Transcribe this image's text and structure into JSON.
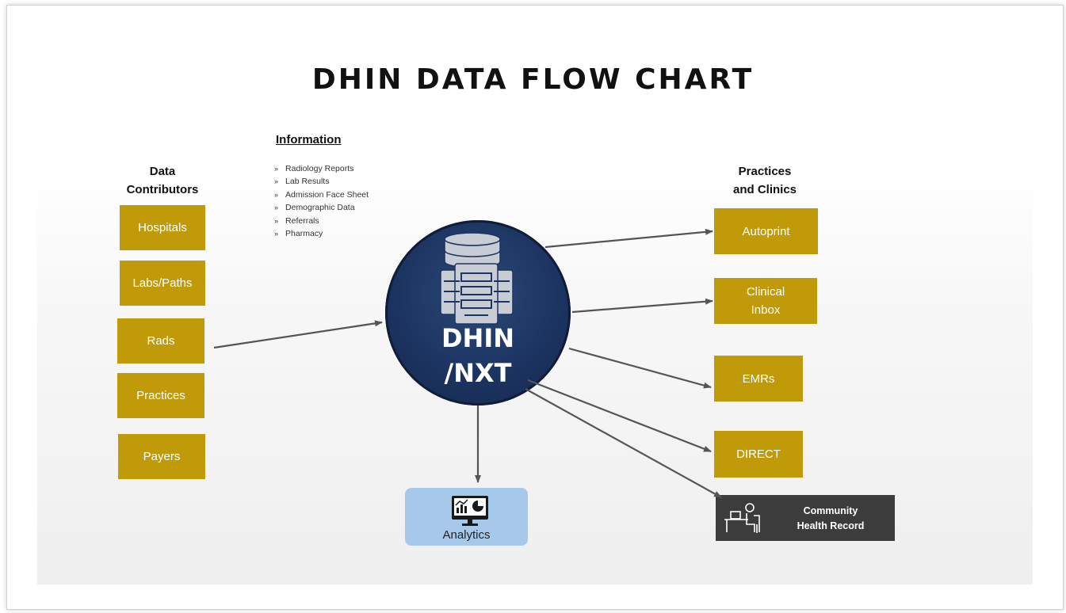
{
  "title": "DHIN DATA FLOW CHART",
  "information": {
    "title": "Information",
    "items": [
      "Radiology Reports",
      "Lab Results",
      "Admission Face Sheet",
      "Demographic Data",
      "Referrals",
      "Pharmacy"
    ]
  },
  "left_column": {
    "heading_line1": "Data",
    "heading_line2": "Contributors",
    "boxes": [
      "Hospitals",
      "Labs/Paths",
      "Rads",
      "Practices",
      "Payers"
    ]
  },
  "hub": {
    "line1": "DHIN",
    "line2": "/NXT",
    "icon": "server-stack-icon"
  },
  "right_column": {
    "heading_line1": "Practices",
    "heading_line2": "and Clinics",
    "boxes": [
      {
        "line1": "Autoprint",
        "line2": ""
      },
      {
        "line1": "Clinical",
        "line2": "Inbox"
      },
      {
        "line1": "EMRs",
        "line2": ""
      },
      {
        "line1": "DIRECT",
        "line2": ""
      }
    ]
  },
  "community": {
    "line1": "Community",
    "line2": "Health Record",
    "icon": "person-at-computer-icon"
  },
  "analytics": {
    "label": "Analytics",
    "icon": "dashboard-monitor-icon"
  },
  "colors": {
    "gold": "#c19a0a",
    "hub_navy": "#1c3461",
    "analytics_blue": "#a6c8ea",
    "dark_box": "#3c3c3c",
    "arrow": "#555555"
  }
}
